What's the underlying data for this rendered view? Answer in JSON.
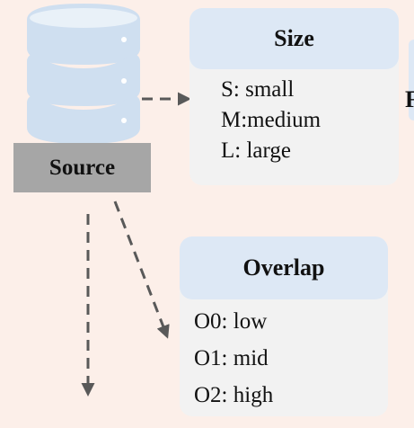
{
  "source": {
    "label": "Source",
    "icon": "database-icon"
  },
  "size_card": {
    "title": "Size",
    "items": [
      "S: small",
      "M:medium",
      "L: large"
    ]
  },
  "overlap_card": {
    "title": "Overlap",
    "items": [
      "O0: low",
      "O1: mid",
      "O2: high"
    ]
  },
  "clipped_card": {
    "visible_text": "F"
  },
  "colors": {
    "background": "#fcefe9",
    "card": "#f2f2f2",
    "card_header": "#dde8f5",
    "database": "#cfdff0",
    "source_box": "#a6a6a6",
    "arrow": "#595959"
  }
}
